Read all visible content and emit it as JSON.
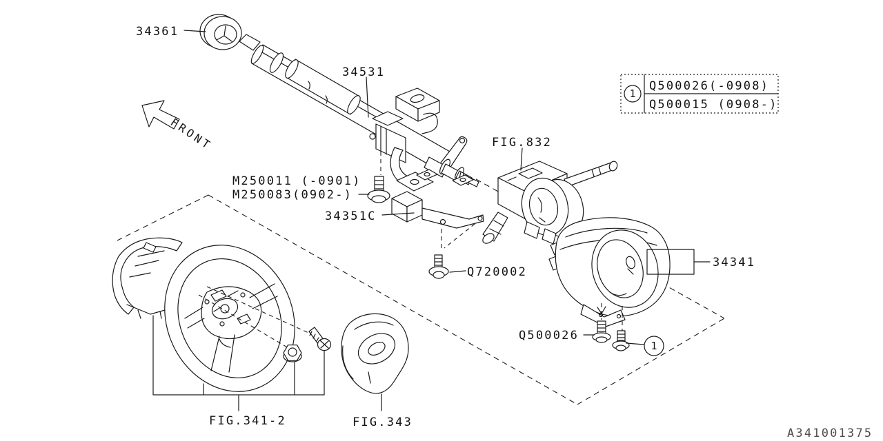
{
  "diagram": {
    "figure_code": "A341001375",
    "front_label": "FRONT",
    "parts": {
      "ring_label": "34361",
      "column_label": "34531",
      "bolt_label_line1": "M250011 (-0901)",
      "bolt_label_line2": "M250083(0902-)",
      "bracket_label": "34351C",
      "switch_figure_label": "FIG.832",
      "screw_label": "Q720002",
      "cover_label": "34341",
      "cover_screw_label": "Q500026",
      "wheel_figure_label": "FIG.341-2",
      "airbag_figure_label": "FIG.343"
    },
    "callout_marker": "1",
    "legend": {
      "marker": "1",
      "rows": [
        "Q500026(-0908)",
        "Q500015 (0908-)"
      ]
    },
    "colors": {
      "line": "#1a1a1a",
      "background": "#ffffff",
      "code_text": "#4d4d4d"
    }
  }
}
